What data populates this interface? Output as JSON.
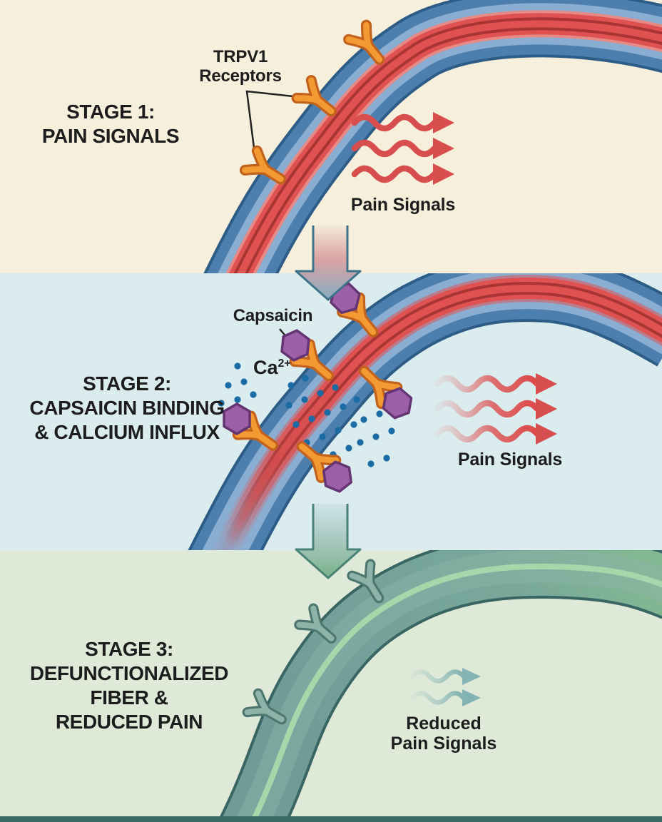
{
  "stage1": {
    "title_line1": "STAGE 1:",
    "title_line2": "PAIN SIGNALS",
    "receptor_label_line1": "TRPV1",
    "receptor_label_line2": "Receptors",
    "signal_label": "Pain Signals"
  },
  "stage2": {
    "title_line1": "STAGE 2:",
    "title_line2": "CAPSAICIN BINDING",
    "title_line3": "& CALCIUM INFLUX",
    "capsaicin_label": "Capsaicin",
    "calcium_base": "Ca",
    "calcium_sup": "2+",
    "signal_label": "Pain Signals"
  },
  "stage3": {
    "title_line1": "STAGE 3:",
    "title_line2": "DEFUNCTIONALIZED",
    "title_line3": "FIBER &",
    "title_line4": "REDUCED PAIN",
    "signal_line1": "Reduced",
    "signal_line2": "Pain Signals"
  },
  "colors": {
    "stage1_bg": "#f6efdc",
    "stage2_bg": "#dbecee",
    "stage3_bg": "#dfe9d8",
    "fiber_edge": "#2d5c86",
    "fiber_blue": "#4d7fae",
    "fiber_inner": "#8aaed2",
    "core_glow": "#e58a86",
    "core_red": "#e05252",
    "core_dark_red": "#a83434",
    "receptor_orange": "#f49a33",
    "receptor_outline": "#c2621c",
    "capsaicin_purple": "#9c60a8",
    "capsaicin_outline": "#643473",
    "calcium_dot": "#1b6ba5",
    "pain_arrow": "#d84d4d",
    "reduced_arrow": "#84b3b3",
    "fiber3_edge": "#396662",
    "fiber3_body": "#6f9b98",
    "fiber3_core": "#a4d8ab",
    "receptor3_fill": "#8db4a8",
    "receptor3_outline": "#4c766e",
    "pointer_line": "#222222"
  }
}
